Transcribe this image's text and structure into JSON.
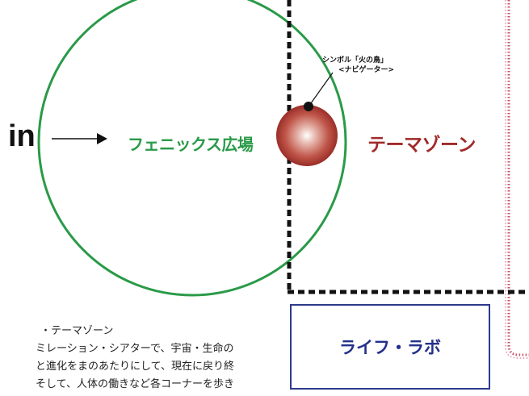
{
  "diagram": {
    "entrance_label": "in",
    "plaza_label": "フェニックス広場",
    "theme_zone_label": "テーマゾーン",
    "symbol_title": "シンボル「火の鳥」",
    "symbol_subtitle": "<ナビゲーター>",
    "life_lab_label": "ライフ・ラボ"
  },
  "description": {
    "lines": [
      "・テーマゾーン",
      "ミレーション・シアターで、宇宙・生命の",
      "と進化をまのあたりにして、現在に戻り終",
      "そして、人体の働きなど各コーナーを歩き"
    ]
  },
  "colors": {
    "plaza_circle": "#2a9a48",
    "theme_text": "#a02a2a",
    "sphere": "#b84a40",
    "life_lab": "#24308a",
    "dotted_border": "#111111",
    "pink_border": "#c8506a"
  }
}
